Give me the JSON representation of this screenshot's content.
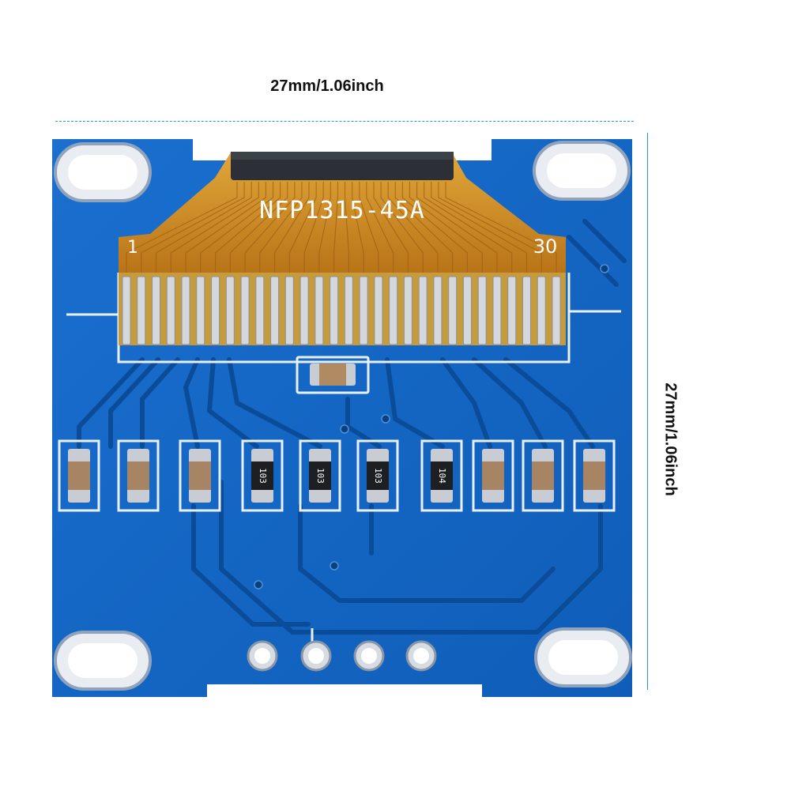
{
  "dimensions": {
    "width_label": "27mm/1.06inch",
    "height_label": "27mm/1.06inch"
  },
  "connector": {
    "part_number": "NFP1315-45A",
    "pin_first": "1",
    "pin_last": "30",
    "pin_count": 30
  },
  "components": {
    "resistor_marking": "103",
    "resistor_marking_alt": "104"
  },
  "header_pins": 4,
  "colors": {
    "pcb": "#1565c0",
    "trace": "#0d4f9e",
    "silkscreen": "#e8f1fb",
    "flex_cable": "#d99a2b",
    "pad_silver": "#c9ccd2"
  }
}
